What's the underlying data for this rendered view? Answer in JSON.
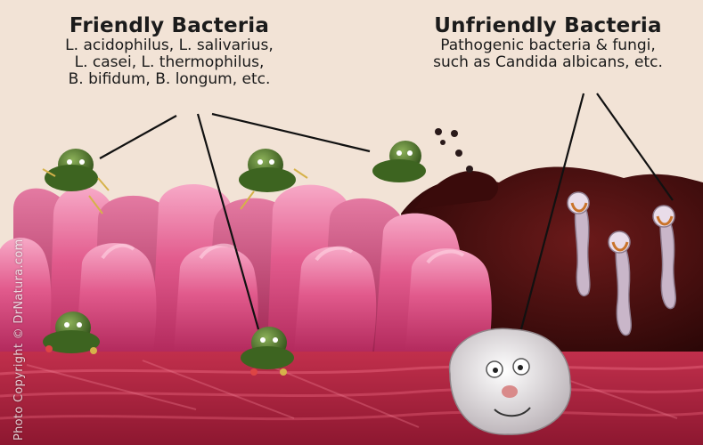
{
  "friendly": {
    "title": "Friendly Bacteria",
    "lines": [
      "L. acidophilus, L. salivarius,",
      "L. casei, L. thermophilus,",
      "B. bifidum, B. longum, etc."
    ]
  },
  "unfriendly": {
    "title": "Unfriendly Bacteria",
    "lines": [
      "Pathogenic bacteria & fungi,",
      "such as Candida albicans, etc."
    ]
  },
  "watermark": "Photo Copyright © DrNatura.com",
  "colors": {
    "background": "#f2e3d6",
    "villi": "#d9477a",
    "villi_light": "#f08ab0",
    "muscle": "#a51f3a",
    "bacteria_green": "#4f7a2a",
    "plaque": "#4a1010",
    "candida": "#c9b6c9",
    "text": "#1b1b1b"
  }
}
